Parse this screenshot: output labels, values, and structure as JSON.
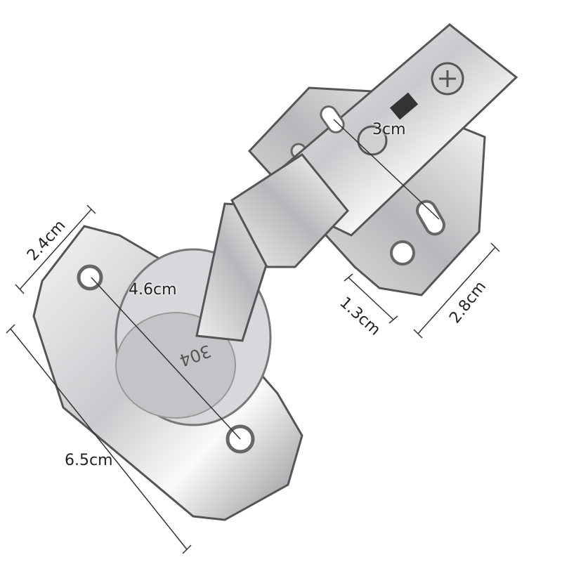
{
  "product": {
    "engraving": "304"
  },
  "dimensions": {
    "base_width": "2.4cm",
    "base_hole_spacing": "4.6cm",
    "base_length": "6.5cm",
    "arm_hole_spacing": "3cm",
    "plate_offset": "1.3cm",
    "plate_width": "2.8cm"
  },
  "colors": {
    "background": "#ffffff",
    "metal_light": "#e8e8ea",
    "metal_dark": "#7a7c80",
    "line": "#333333"
  }
}
